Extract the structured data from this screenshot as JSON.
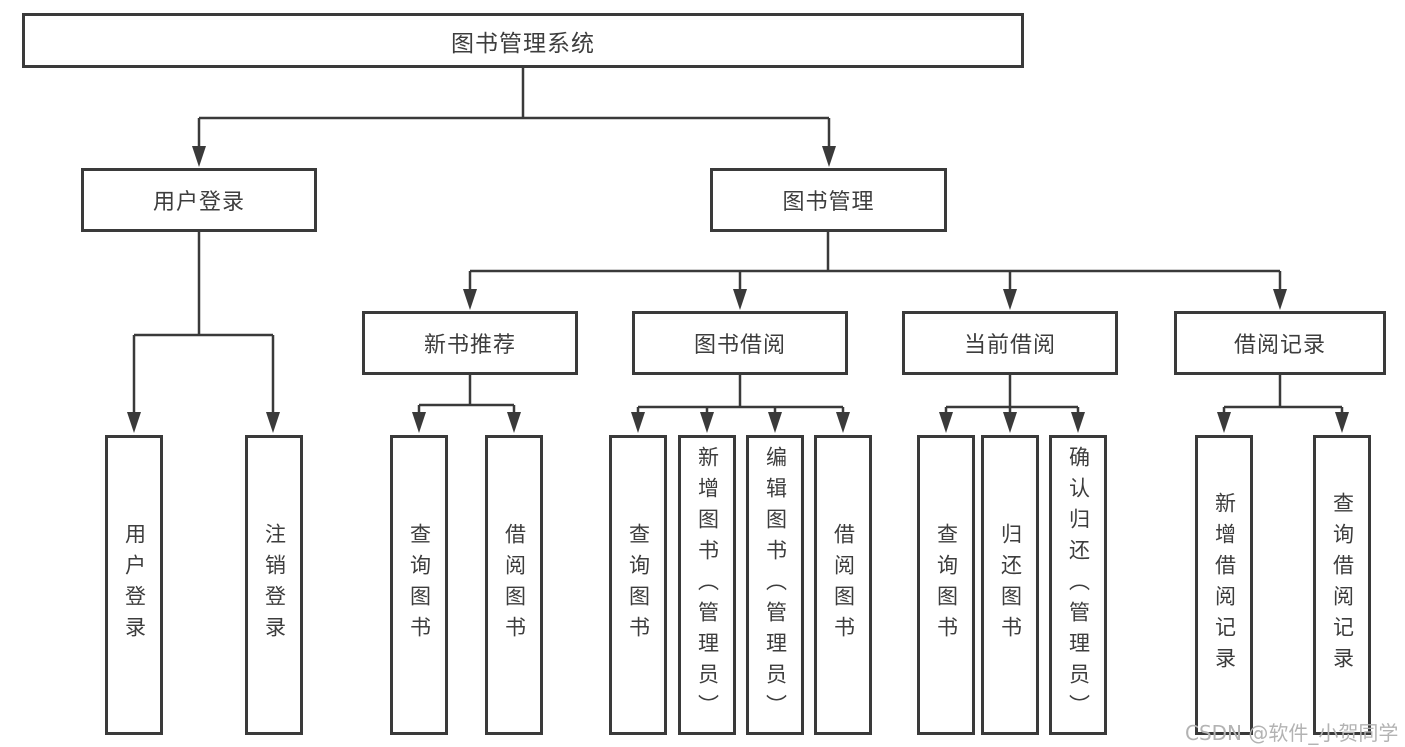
{
  "colors": {
    "line": "#3a3a3a",
    "box_border": "#3a3a3a",
    "text": "#3d3d3d",
    "background": "#ffffff",
    "watermark": "#b3b3b3"
  },
  "watermark": {
    "text": "CSDN @软件_小贺同学"
  },
  "diagram": {
    "type": "hierarchy",
    "root": {
      "label": "图书管理系统"
    },
    "branches": [
      {
        "label": "用户登录",
        "children": [
          {
            "label": "用户登录"
          },
          {
            "label": "注销登录"
          }
        ]
      },
      {
        "label": "图书管理",
        "children": [
          {
            "label": "新书推荐",
            "children": [
              {
                "label": "查询图书"
              },
              {
                "label": "借阅图书"
              }
            ]
          },
          {
            "label": "图书借阅",
            "children": [
              {
                "label": "查询图书"
              },
              {
                "label": "新增图书（管理员）"
              },
              {
                "label": "编辑图书（管理员）"
              },
              {
                "label": "借阅图书"
              }
            ]
          },
          {
            "label": "当前借阅",
            "children": [
              {
                "label": "查询图书"
              },
              {
                "label": "归还图书"
              },
              {
                "label": "确认归还（管理员）"
              }
            ]
          },
          {
            "label": "借阅记录",
            "children": [
              {
                "label": "新增借阅记录"
              },
              {
                "label": "查询借阅记录"
              }
            ]
          }
        ]
      }
    ]
  }
}
